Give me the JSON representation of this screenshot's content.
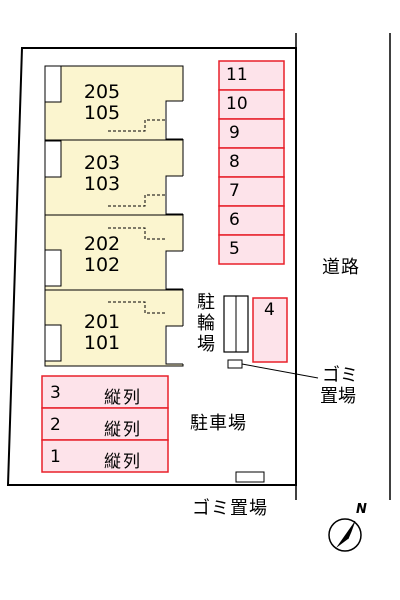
{
  "units": [
    {
      "top": "205",
      "bottom": "105"
    },
    {
      "top": "203",
      "bottom": "103"
    },
    {
      "top": "202",
      "bottom": "102"
    },
    {
      "top": "201",
      "bottom": "101"
    }
  ],
  "parking_column": [
    "11",
    "10",
    "9",
    "8",
    "7",
    "6",
    "5"
  ],
  "parking_single": "4",
  "tandem_rows": [
    {
      "number": "3",
      "kind": "縦列"
    },
    {
      "number": "2",
      "kind": "縦列"
    },
    {
      "number": "1",
      "kind": "縦列"
    }
  ],
  "labels": {
    "bicycle_parking": "駐輪場",
    "parking_lot": "駐車場",
    "road": "道路",
    "garbage_area_side_line1": "ゴミ",
    "garbage_area_side_line2": "置場",
    "garbage_area_bottom": "ゴミ置場",
    "north": "N"
  },
  "colors": {
    "unit_fill": "#fbf5cf",
    "parking_fill": "#fde3ea",
    "parking_stroke": "#e8202a",
    "line": "#000000"
  }
}
